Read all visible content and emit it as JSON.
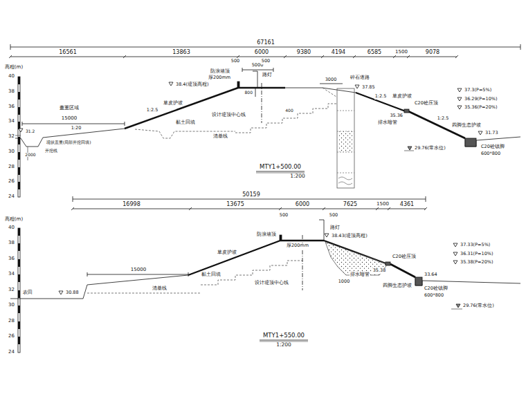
{
  "diagram": {
    "labels": [
      "高程(m)",
      "40",
      "38",
      "36",
      "34",
      "32",
      "30",
      "28",
      "26",
      "24",
      "67161",
      "16561",
      "13863",
      "6000",
      "9380",
      "4194",
      "6585",
      "1500",
      "9078",
      "500",
      "5000",
      "500",
      "防浪墙顶",
      "路灯",
      "38.4(堤顶高程)",
      "厚200mm",
      "草皮护坡",
      "1:2.5",
      "盖重区域",
      "15000",
      "1:20",
      "现状盖重(局部开挖回填)",
      "开挖线",
      "31.2",
      "2000",
      "黏土回填",
      "设计堤顶中心线",
      "800",
      "400",
      "清基线",
      "3000",
      "碎石道路",
      "1:2.5",
      "37.85",
      "草皮护坡",
      "C20砼压顶",
      "35.36",
      "1:2.5",
      "四脚生态护坡",
      "排水暗管",
      "31.73",
      "C20砼镇脚",
      "600*800",
      "37.3(P=5%)",
      "36.29(P=10%)",
      "35.36(P=20%)",
      "29.76(常水位)",
      "MTY1+500.00",
      "1:200",
      "高程(m)",
      "40",
      "38",
      "36",
      "34",
      "32",
      "30",
      "28",
      "26",
      "24",
      "50159",
      "16998",
      "13675",
      "6000",
      "7625",
      "1500",
      "4361",
      "500",
      "500",
      "路灯",
      "防浪墙顶",
      "厚200mm",
      "38.43(堤顶高程)",
      "草皮护坡",
      "15000",
      "黏土回填",
      "清基线",
      "设计堤顶中心线",
      "C20砼压顶",
      "35.38",
      "33.64",
      "四脚生态护坡",
      "C20砼镇脚",
      "600*800",
      "1000",
      "排水暗管",
      "37.33(P=5%)",
      "36.31(P=10%)",
      "35.38(P=20%)",
      "29.76(常水位)",
      "30.88",
      "农田",
      "MTY1+550.00",
      "1:200"
    ]
  }
}
